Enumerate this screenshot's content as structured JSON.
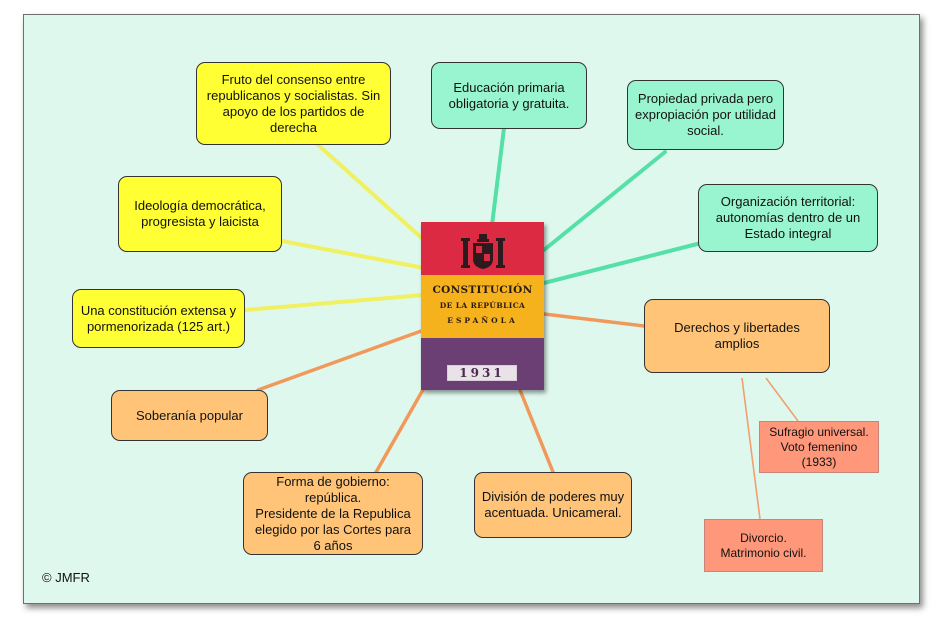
{
  "diagram": {
    "center": {
      "title_line1": "CONSTITUCIÓN",
      "title_line2": "DE LA REPÚBLICA",
      "title_line3": "ESPAÑOLA",
      "year": "1931"
    },
    "nodes": {
      "consenso": "Fruto del consenso entre republicanos y socialistas. Sin apoyo de los partidos de derecha",
      "ideologia": "Ideología democrática, progresista y laicista",
      "extensa": "Una constitución extensa y pormenorizada (125 art.)",
      "soberania": "Soberanía popular",
      "forma_gobierno": "Forma de gobierno:\nrepública.\nPresidente de la Republica elegido por las Cortes para 6 años",
      "division_poderes": "División de poderes muy acentuada. Unicameral.",
      "educacion": "Educación primaria obligatoria y gratuita.",
      "propiedad": "Propiedad privada pero expropiación por utilidad social.",
      "organizacion": "Organización territorial: autonomías dentro de un Estado integral",
      "derechos": "Derechos y libertades amplios",
      "sufragio": "Sufragio universal. Voto femenino\n(1933)",
      "divorcio": "Divorcio.\nMatrimonio civil."
    },
    "colors": {
      "background": "#dff8ee",
      "yellow_nodes": "#ffff33",
      "mint_nodes": "#99f5cf",
      "orange_nodes": "#ffc478",
      "sub_nodes": "#ff977a",
      "yellow_links": "#f0f060",
      "mint_links": "#55e0a8",
      "orange_links": "#f0995a"
    }
  },
  "copyright": "© JMFR"
}
